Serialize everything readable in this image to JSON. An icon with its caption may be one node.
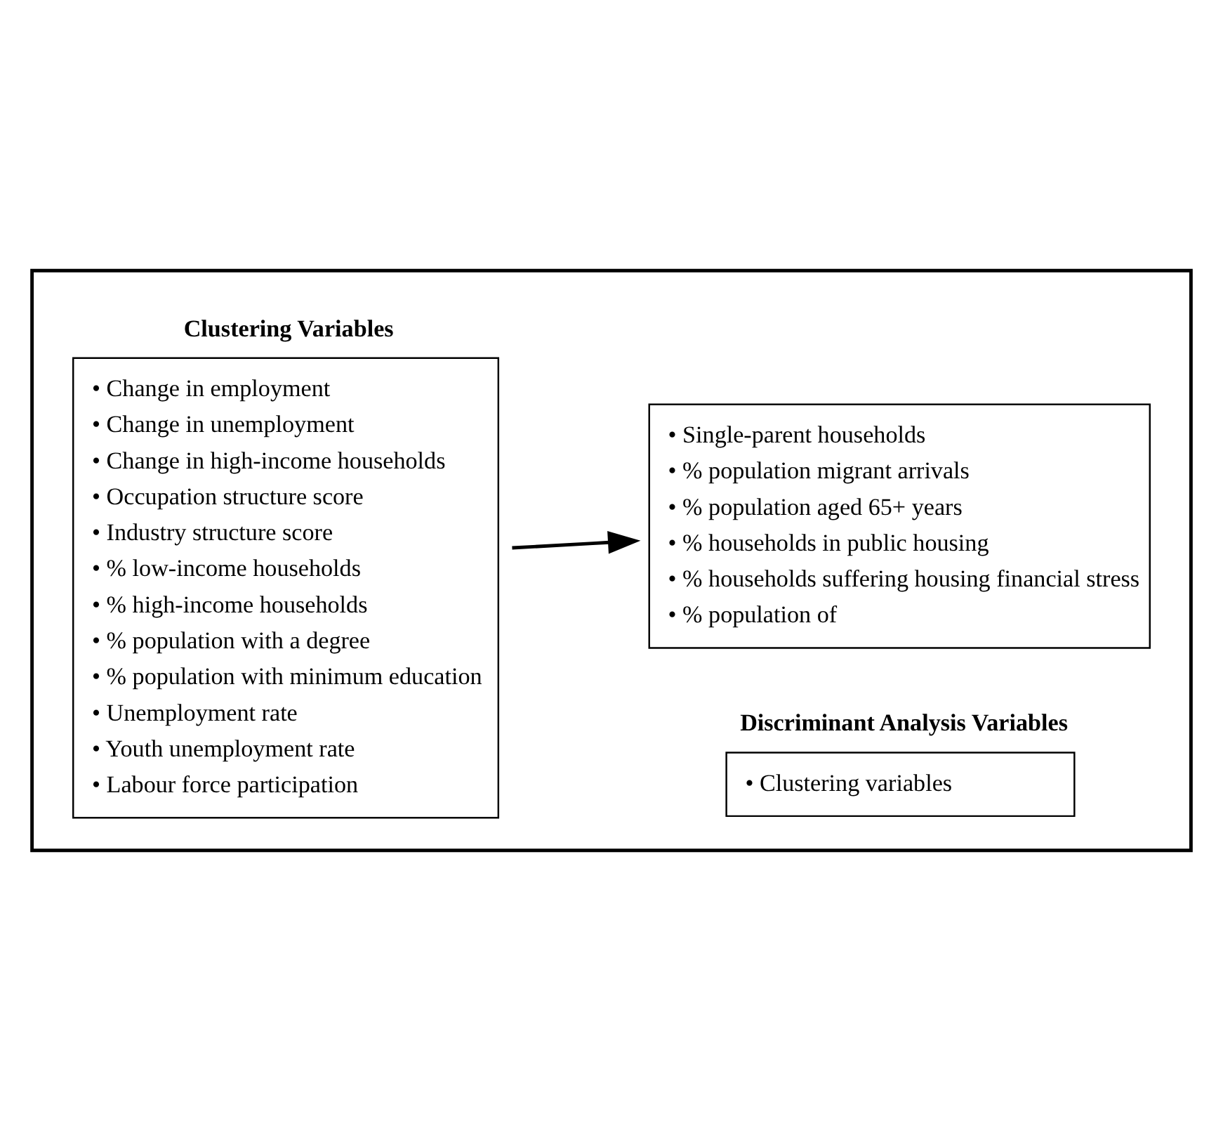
{
  "diagram": {
    "nodes": [
      {
        "text": [],
        "shape": "box"
      },
      {
        "text": [
          "Clustering Variables",
          "• Change in employment",
          "• Change in unemployment",
          "• Change in high-income households",
          "• Occupation structure score",
          "• Industry structure score",
          "• % low-income households",
          "• % high-income households",
          "• % population with a degree",
          "• % population with minimum education",
          "• Unemployment rate",
          "• Youth unemployment rate",
          "• Labour force participation"
        ],
        "in": 0
      },
      {
        "text": [
          "Discriminant Analysis Variables",
          "• Clustering variables"
        ],
        "in": 0
      },
      {
        "text": [
          "• Single-parent households",
          "• % population migrant arrivals",
          "• % population aged 65+ years",
          "• % households in public housing",
          "• % households suffering housing financial stress",
          "• % population of"
        ],
        "in": 0
      }
    ],
    "edges": [
      {
        "from": 1,
        "to": 3,
        "arrow": "to"
      }
    ]
  }
}
